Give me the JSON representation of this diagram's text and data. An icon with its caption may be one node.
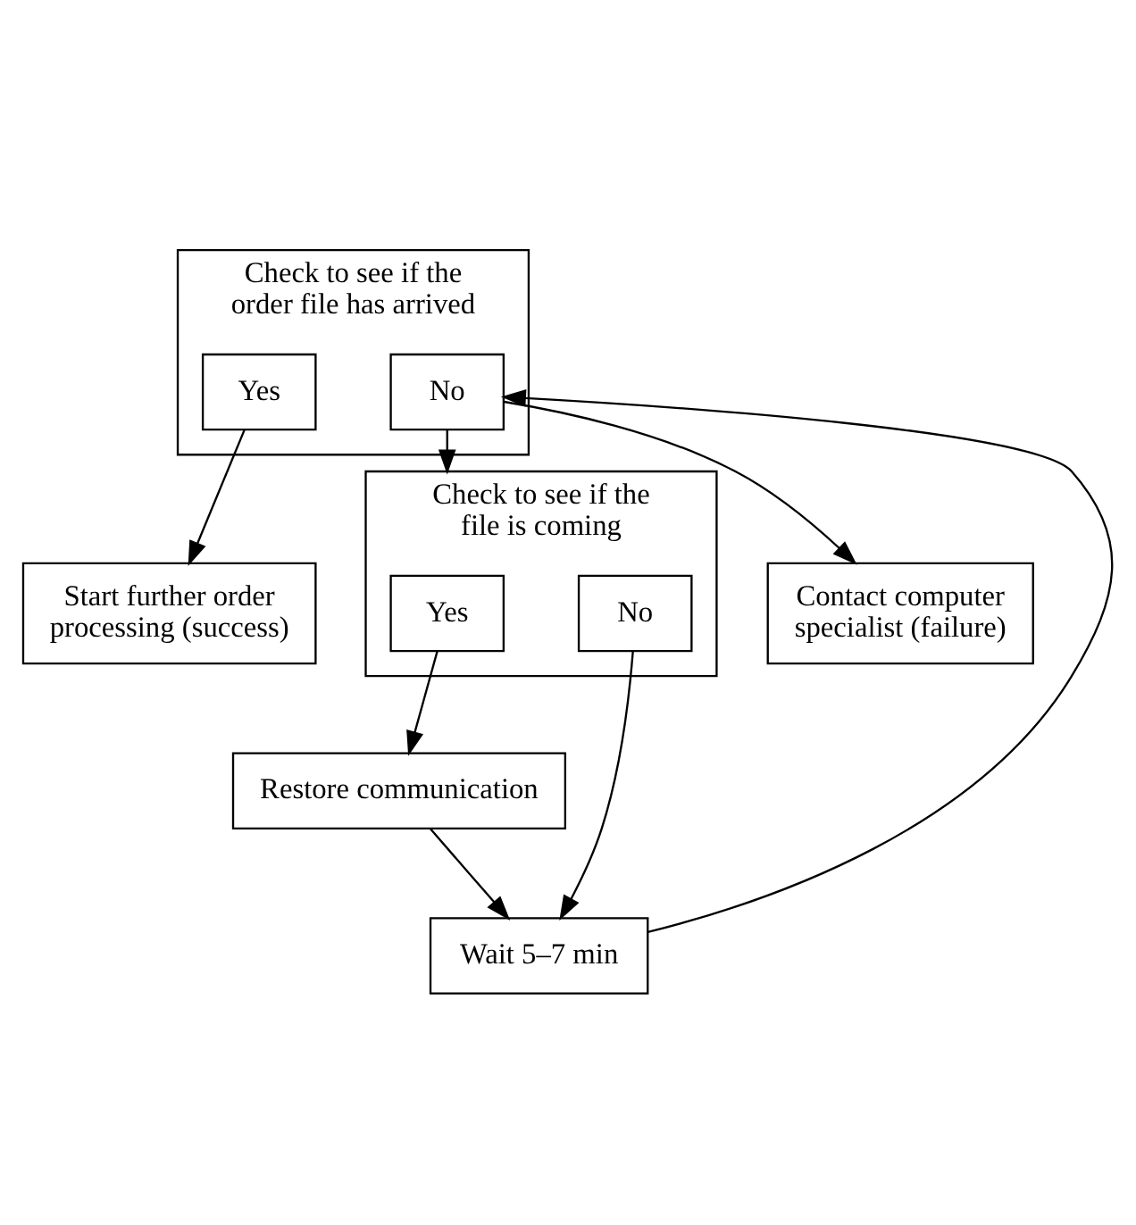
{
  "diagram": {
    "nodes": [
      {
        "text": [
          "Check to see if the order file has arrived"
        ]
      },
      {
        "text": [
          "Yes"
        ],
        "in": 0
      },
      {
        "text": [
          "No"
        ],
        "in": 0
      },
      {
        "text": [
          "Check to see if the file is coming"
        ]
      },
      {
        "text": [
          "Yes"
        ],
        "in": 3
      },
      {
        "text": [
          "No"
        ],
        "in": 3
      },
      {
        "text": [
          "Restore communication"
        ]
      },
      {
        "text": [
          "Wait 5–7 min"
        ]
      },
      {
        "text": [
          "Start further order processing (success)"
        ]
      },
      {
        "text": [
          "Contact computer specialist (failure)"
        ]
      }
    ],
    "edges": [
      {
        "from": 1,
        "to": 8,
        "arrow": "to"
      },
      {
        "from": 2,
        "to": 3,
        "arrow": "to"
      },
      {
        "from": 4,
        "to": 6,
        "arrow": "to"
      },
      {
        "from": 5,
        "to": 7,
        "arrow": "to"
      },
      {
        "from": 6,
        "to": 7,
        "arrow": "to"
      },
      {
        "from": 7,
        "to": 2,
        "arrow": "to"
      },
      {
        "from": 2,
        "to": 9,
        "arrow": "to"
      }
    ]
  }
}
